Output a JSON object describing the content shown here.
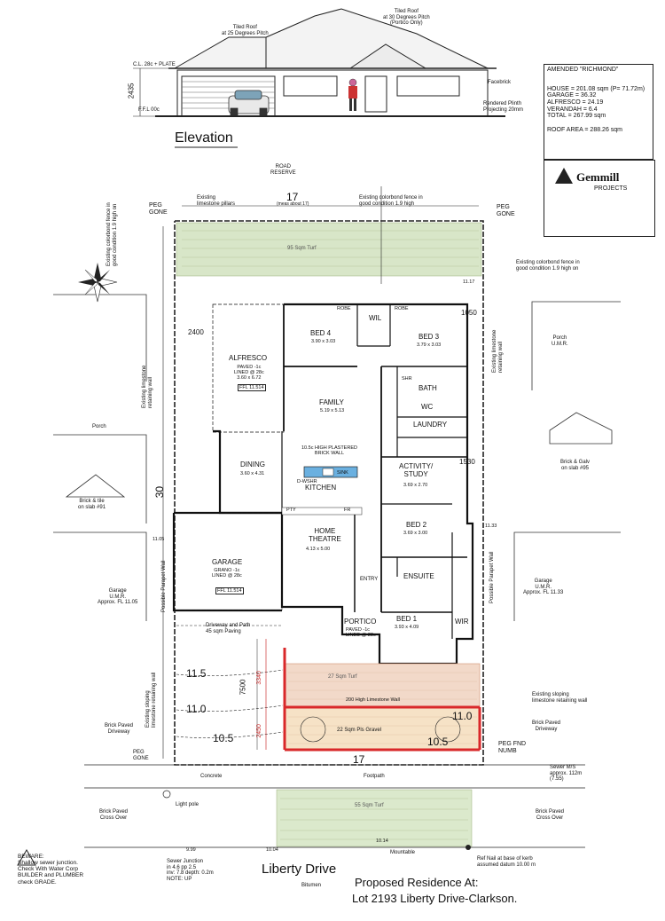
{
  "elevation": {
    "title": "Elevation",
    "roof_left": "Tiled Roof\nat 25 Degrees Pitch",
    "roof_right": "Tiled Roof\nat 30 Degrees Pitch\n(Portico Only)",
    "ceiling_label": "C.L. 28c + PLATE",
    "height_dim": "2435",
    "ffl_label": "F.F.L 00c",
    "facebrick": "Facebrick",
    "plinth": "Rendered Plinth\nProjecting 20mm"
  },
  "summary": {
    "heading": "AMENDED \"RICHMOND\"",
    "house": "HOUSE = 201.08 sqm (P= 71.72m)",
    "garage": "GARAGE = 36.32",
    "alfresco": "ALFRESCO = 24.19",
    "verandah": "VERANDAH = 6.4",
    "total": "TOTAL = 267.99 sqm",
    "roof_area": "ROOF AREA = 288.26 sqm"
  },
  "logo": {
    "name": "Gemmill",
    "sub": "PROJECTS"
  },
  "site": {
    "road_reserve": "ROAD\nRESERVE",
    "top_dim": "17",
    "top_dim_note": "(meas about 17)",
    "existing_limestone_pillars": "Existing\nlimestone pillars",
    "existing_colorbond_top": "Existing colorbond fence in\ngood condition 1.9 high",
    "existing_colorbond_right": "Existing colorbond fence in\ngood condition 1.9 high on",
    "existing_colorbond_left": "Existing colorbond fence in\ngood condition 1.9 high on",
    "peg_gone": "PEG\nGONE",
    "peg_gone_right": "PEG\nGONE",
    "rear_lawn": "95 Sqm Turf",
    "side_dim": "30",
    "left_wall": "Existing limestone\nretaining wall",
    "right_wall": "Existing limestone\nretaining wall",
    "porch_left": "Porch",
    "porch_right": "Porch\nU.M.R.",
    "brick_tile_left": "Brick & tile\non slab #91",
    "brick_galv_right": "Brick & Galv\non slab #95",
    "garage_left": "Garage\nU.M.R.\nApprox. FL 11.05",
    "garage_right": "Garage\nU.M.R.\nApprox. FL 11.33",
    "parapet_left": "Possible Parapet Wall",
    "parapet_right": "Possible Parapet Wall",
    "sloping_left": "Existing sloping\nlimestone retaining wall",
    "sloping_right": "Existing sloping\nlimestone retaining wall",
    "brick_paved_left": "Brick Paved\nDriveway",
    "brick_paved_right": "Brick Paved\nDriveway",
    "driveway": "Driveway and Path\n45 sqm Paving",
    "dim_7500": "7500",
    "dim_3340": "3340",
    "dim_2450": "2450",
    "level_115": "11.5",
    "level_110": "11.0",
    "level_105": "10.5",
    "level_110_r": "11.0",
    "level_105_r": "10.5",
    "front_lawn": "27 Sqm Turf",
    "paving": "22 Sqm Pls Gravel",
    "limestone_wall": "200 High Limestone Wall",
    "front_dim": "17",
    "peg_fnd": "PEG FND\nNUMB",
    "peg_gone_front": "PEG\nGONE",
    "concrete": "Concrete",
    "footpath": "Footpath",
    "verge": "55 Sqm Turf",
    "light_pole": "Light pole",
    "cross_left": "Brick Paved\nCross Over",
    "cross_right": "Brick Paved\nCross Over",
    "sewer_right": "Sewer M/S\napprox. 112m\n(7.55)",
    "mountable": "Mountable",
    "ref_nail": "Ref Nail at base of kerb\nassumed datum 10.00 m",
    "sewer_left": "Sewer Junction\nin 4.6 pp 2.5\ninv: 7.8 depth: 0.2m\nNOTE: UP",
    "beware": "BEWARE:\nShallow sewer junction.\nCheck With Water Corp\nBUILDER and PLUMBER\ncheck GRADE.",
    "street": "Liberty Drive",
    "bitumen": "Bitumen",
    "proposed_line1": "Proposed Residence At:",
    "proposed_line2": "Lot 2193 Liberty Drive-Clarkson.",
    "level_1117": "11.17",
    "level_1105": "11.05",
    "level_1133": "11.33",
    "level_999": "9.99",
    "level_1004": "10.04",
    "level_1014": "10.14"
  },
  "rooms": {
    "alfresco": {
      "name": "ALFRESCO",
      "size": "PAVED -1c\nLINED @ 28c\n3.60 x 6.72",
      "ffl": "FFL 11.514"
    },
    "bed4": {
      "name": "BED 4",
      "size": "3.90 x 3.03"
    },
    "bed3": {
      "name": "BED 3",
      "size": "3.79 x 3.03"
    },
    "wil": {
      "name": "WIL"
    },
    "robe1": {
      "name": "ROBE"
    },
    "robe2": {
      "name": "ROBE"
    },
    "family": {
      "name": "FAMILY",
      "size": "5.19 x 5.13"
    },
    "bath": {
      "name": "BATH"
    },
    "shr": {
      "name": "SHR"
    },
    "wc": {
      "name": "WC"
    },
    "laundry": {
      "name": "LAUNDRY"
    },
    "dining": {
      "name": "DINING",
      "size": "3.60 x 4.31"
    },
    "kitchen": {
      "name": "KITCHEN",
      "note": "10.5c HIGH PLASTERED\nBRICK WALL"
    },
    "activity": {
      "name": "ACTIVITY/\nSTUDY",
      "size": "3.69 x 2.70"
    },
    "theatre": {
      "name": "HOME\nTHEATRE",
      "size": "4.13 x 5.00"
    },
    "bed2": {
      "name": "BED 2",
      "size": "3.69 x 3.00"
    },
    "garage": {
      "name": "GARAGE",
      "size": "GRANO -1c\nLINED @ 28c",
      "ffl": "FFL 11.514"
    },
    "entry": {
      "name": "ENTRY"
    },
    "ensuite": {
      "name": "ENSUITE"
    },
    "portico": {
      "name": "PORTICO",
      "size": "PAVED -1c\nLINED @ 28c"
    },
    "bed1": {
      "name": "BED 1",
      "size": "3.93 x 4.09"
    },
    "wir": {
      "name": "WIR"
    },
    "dim_2400": "2400",
    "dim_1050": "1050",
    "dim_1530": "1530",
    "sink": "SINK",
    "dwshr": "D-WSHR",
    "pty": "PTY",
    "fr": "FR"
  }
}
